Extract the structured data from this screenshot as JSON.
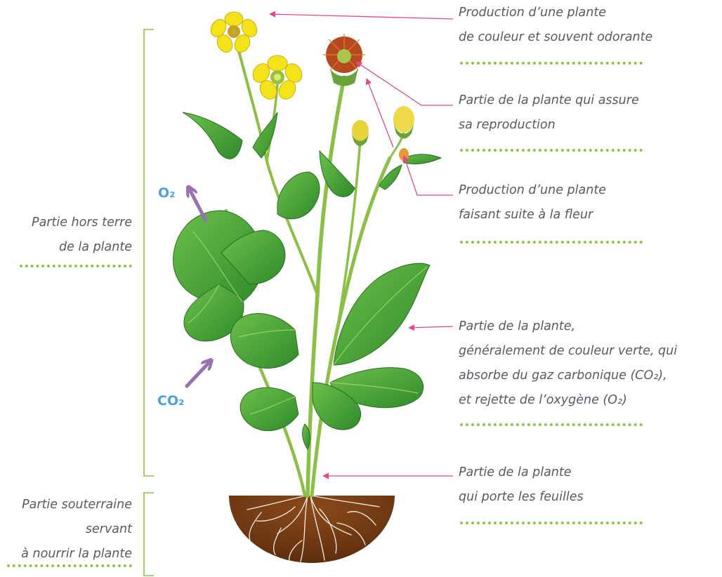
{
  "labels": {
    "fleur": [
      "Production d’une plante",
      "de couleur et souvent odorante"
    ],
    "pistil": [
      "Partie de la plante qui assure",
      "sa reproduction"
    ],
    "fruit": [
      "Production d’une plante",
      "faisant suite à la fleur"
    ],
    "feuille": [
      "Partie de la plante,",
      "généralement de couleur verte, qui",
      "absorbe du gaz carbonique (CO₂),",
      "et rejette de l’oxygène (O₂)"
    ],
    "tige": [
      "Partie de la plante",
      "qui porte les feuilles"
    ],
    "hors_terre": [
      "Partie hors terre",
      "de la plante"
    ],
    "racines": [
      "Partie souterraine",
      "servant",
      "à nourrir la plante"
    ]
  },
  "gases": {
    "o2": "O₂",
    "co2": "CO₂"
  },
  "colors": {
    "text": "#555b62",
    "pointer_arrow": "#e8468c",
    "gas_arrow": "#9b6fb3",
    "gas_text": "#4ba3d8",
    "answer_dots": "#8dc63f",
    "bracket": "#8dc63f",
    "soil": "#7a3d14",
    "leaf": "#3f9a2e",
    "stem": "#8cbf45",
    "petal": "#f5e31a"
  }
}
